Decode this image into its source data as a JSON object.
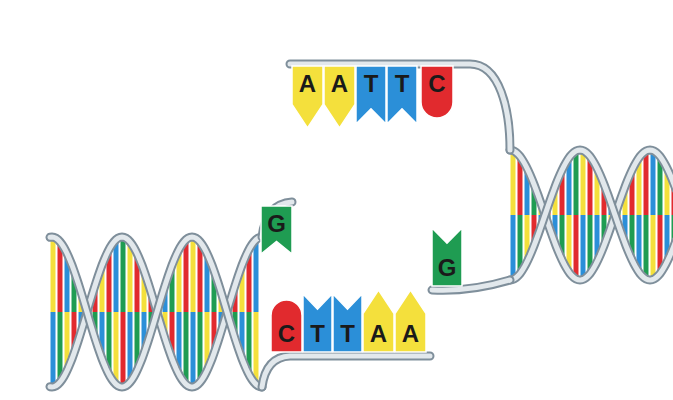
{
  "diagram": {
    "nodes": [
      {
        "text": [
          "A"
        ]
      },
      {
        "text": [
          "A"
        ]
      },
      {
        "text": [
          "T"
        ]
      },
      {
        "text": [
          "T"
        ]
      },
      {
        "text": [
          "C"
        ]
      },
      {
        "text": [
          "G"
        ]
      },
      {
        "text": [
          "G"
        ]
      },
      {
        "text": [
          "C"
        ]
      },
      {
        "text": [
          "T"
        ]
      },
      {
        "text": [
          "T"
        ]
      },
      {
        "text": [
          "A"
        ]
      },
      {
        "text": [
          "A"
        ]
      }
    ]
  }
}
